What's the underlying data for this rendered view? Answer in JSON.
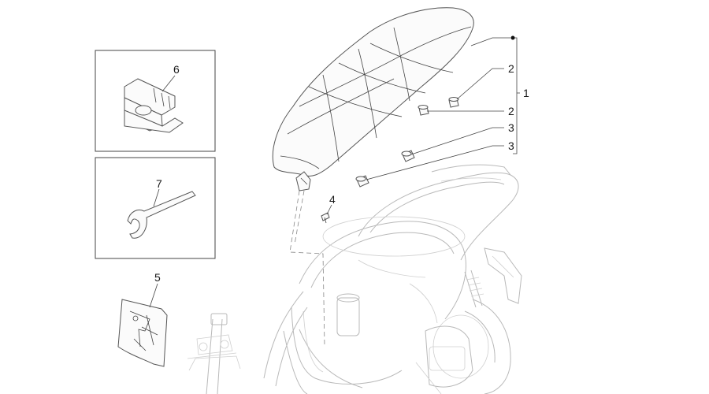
{
  "diagram": {
    "callouts": [
      {
        "id": "c1",
        "text": "1"
      },
      {
        "id": "c2a",
        "text": "2"
      },
      {
        "id": "c2b",
        "text": "2"
      },
      {
        "id": "c3a",
        "text": "3"
      },
      {
        "id": "c3b",
        "text": "3"
      },
      {
        "id": "c4",
        "text": "4"
      },
      {
        "id": "c5",
        "text": "5"
      },
      {
        "id": "c6",
        "text": "6"
      },
      {
        "id": "c7",
        "text": "7"
      }
    ]
  }
}
